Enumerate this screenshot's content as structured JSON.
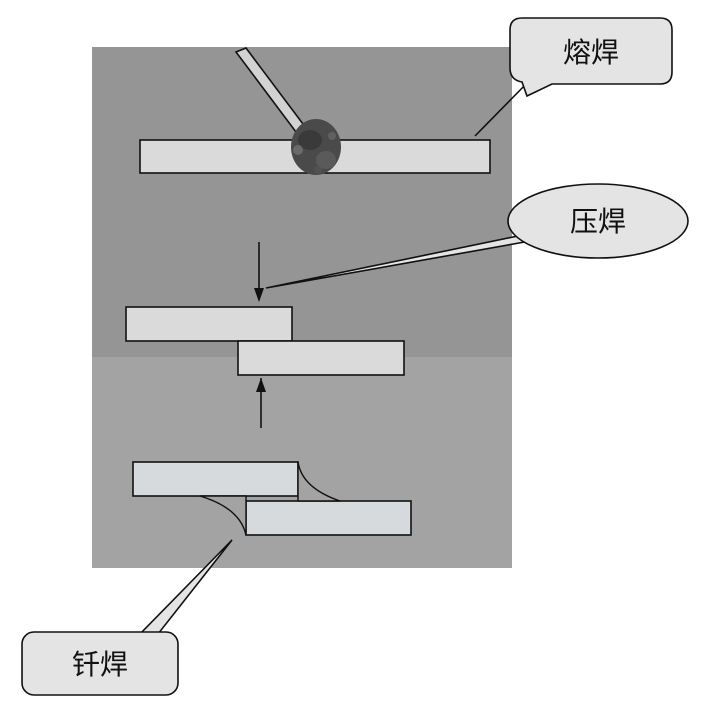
{
  "labels": {
    "fusion": "熔焊",
    "pressure": "压焊",
    "brazing": "钎焊"
  },
  "colors": {
    "panel_top": "#959595",
    "panel_bottom": "#a3a3a3",
    "plate_fill": "#dadada",
    "plate_fill_bottom": "#d6dadd",
    "callout_fill": "#e4e4e4",
    "stroke": "#111111",
    "weld_spot": "#4a4a4a"
  }
}
